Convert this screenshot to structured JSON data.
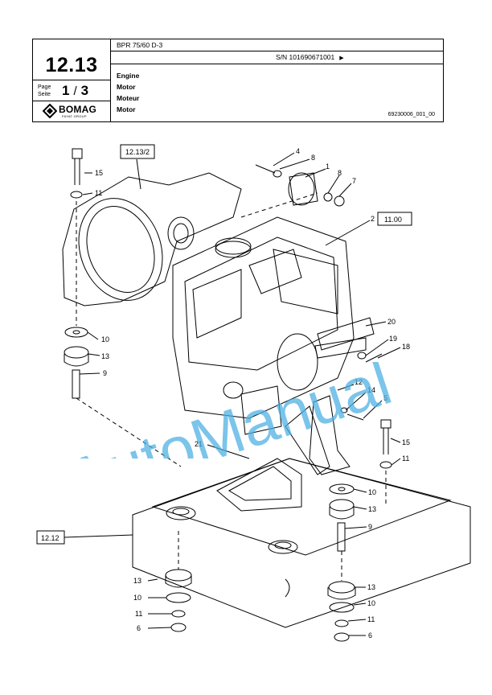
{
  "header": {
    "section_number": "12.13",
    "page_label_1": "Page",
    "page_label_2": "Seite",
    "page_current": "1",
    "page_separator": "/",
    "page_total": "3",
    "brand": "BOMAG",
    "brand_sub": "FAYAT GROUP",
    "model": "BPR 75/60 D-3",
    "serial": "S/N 101690671001",
    "titles": [
      "Engine",
      "Motor",
      "Moteur",
      "Motor"
    ],
    "doc_ref": "69230006_001_00"
  },
  "drawing": {
    "ref_boxes": [
      {
        "label": "12.13/2"
      },
      {
        "label": "11.00"
      },
      {
        "label": "12.12"
      }
    ],
    "callouts": [
      "15",
      "11",
      "4",
      "8",
      "1",
      "8",
      "7",
      "2",
      "10",
      "13",
      "9",
      "20",
      "19",
      "18",
      "12",
      "14",
      "5",
      "15",
      "11",
      "21",
      "10",
      "13",
      "9",
      "13",
      "10",
      "11",
      "6",
      "13",
      "10",
      "11",
      "6"
    ]
  },
  "watermark": "AutoManual",
  "colors": {
    "watermark": "#4fb0e3",
    "line": "#000000"
  }
}
